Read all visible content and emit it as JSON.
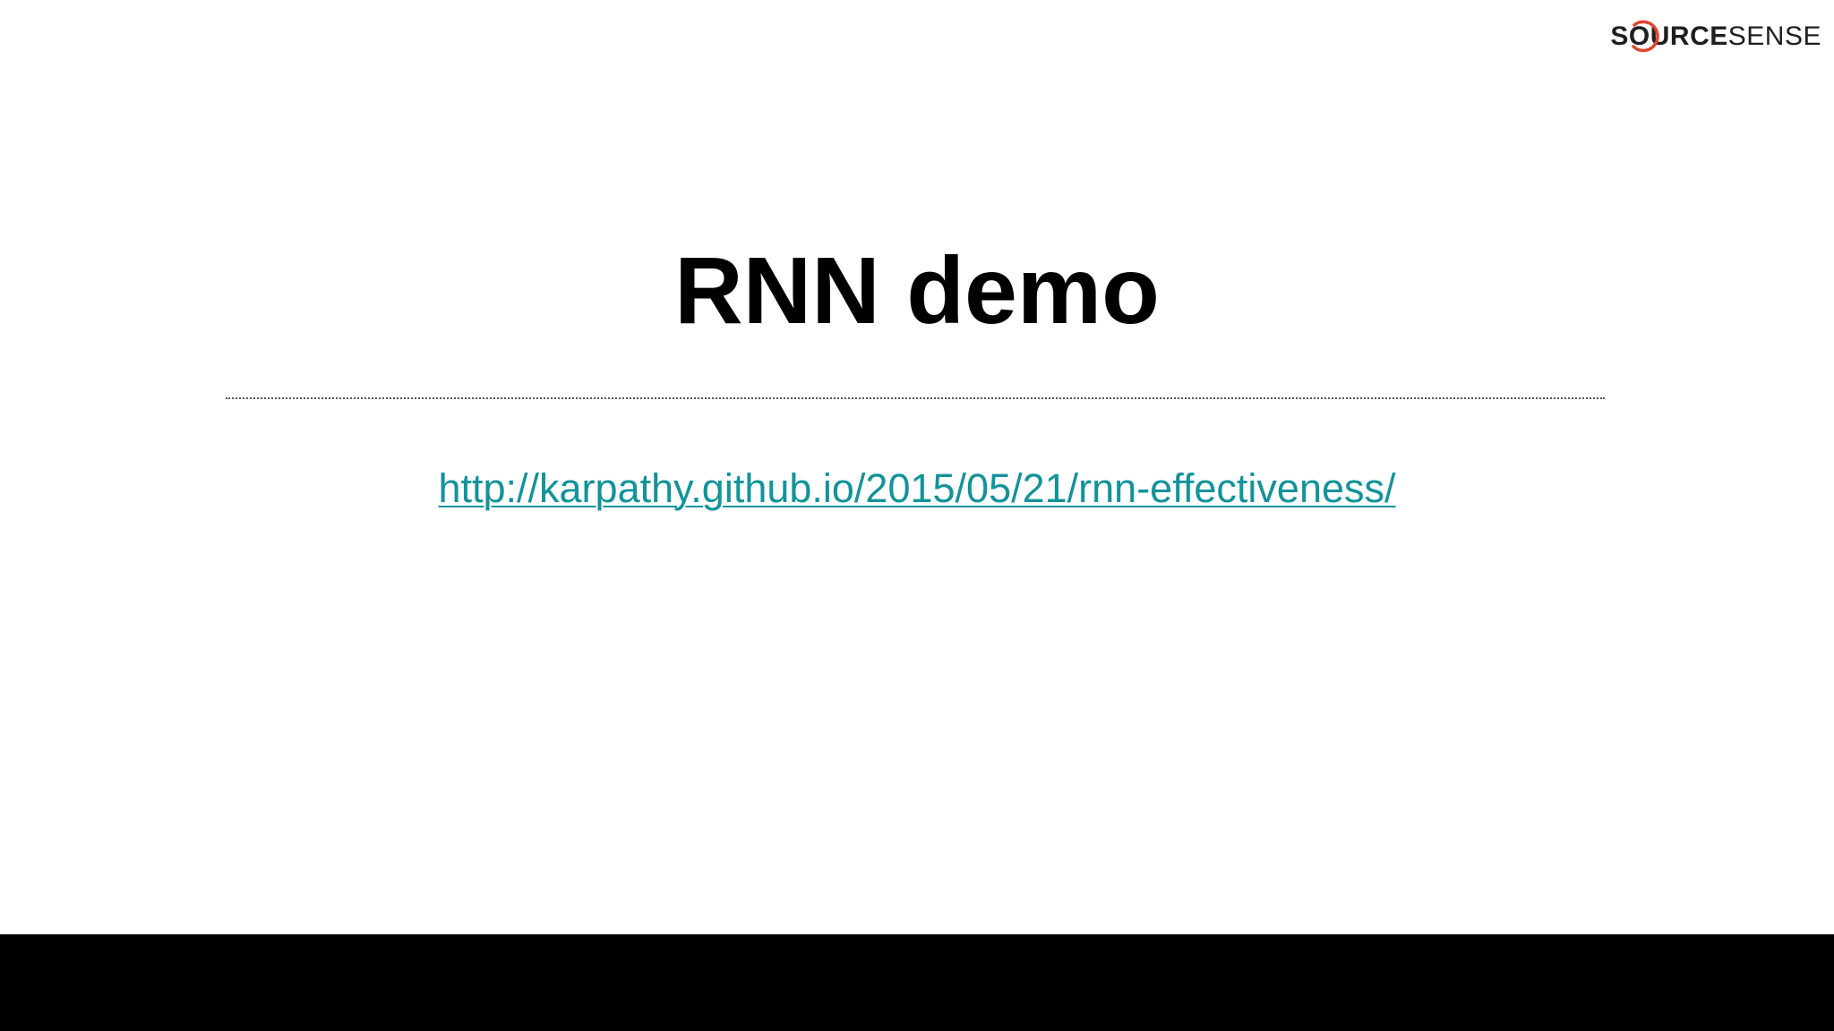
{
  "slide": {
    "title": "RNN demo",
    "link_text": "http://karpathy.github.io/2015/05/21/rnn-effectiveness/",
    "link_href": "http://karpathy.github.io/2015/05/21/rnn-effectiveness/"
  },
  "logo": {
    "part_bold": "SOURCE",
    "part_light": "SENSE",
    "accent_color": "#e0442c",
    "icon": "sourcesense-logo"
  },
  "colors": {
    "background": "#ffffff",
    "title": "#000000",
    "link": "#12939a",
    "letterbox": "#000000"
  }
}
